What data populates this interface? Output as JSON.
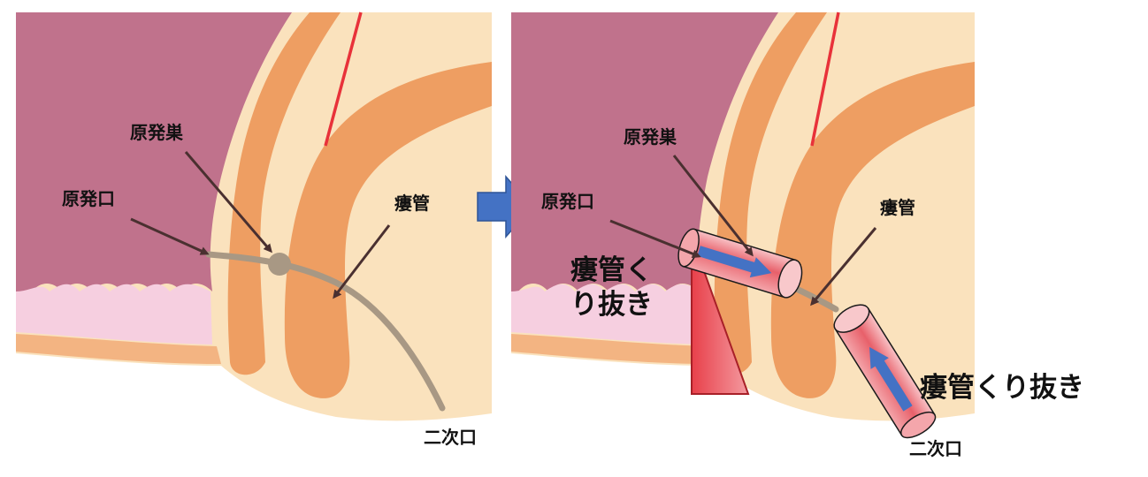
{
  "left_panel": {
    "primary_gland_label": "原発巣",
    "primary_opening_label": "原発口",
    "fistula_label": "瘻管",
    "secondary_opening_label": "二次口"
  },
  "right_panel": {
    "primary_gland_label": "原発巣",
    "primary_opening_label": "原発口",
    "fistula_label": "瘻管",
    "secondary_opening_label": "二次口",
    "coring_label_line1": "瘻管く",
    "coring_label_line2": "り抜き",
    "coring_label_right": "瘻管くり抜き"
  },
  "colors": {
    "rectum": "#c0728c",
    "sphincter": "#ee9e62",
    "tissue": "#fae2bd",
    "mucosa_pink": "#f6cfe0",
    "fistula_tract": "#a89884",
    "incision_red": "#e8323a",
    "cylinder_red": "#e8606a",
    "arrow_blue": "#4472c4",
    "pointer": "#4a3030"
  },
  "icons": [
    "blue-arrow-right-icon"
  ]
}
